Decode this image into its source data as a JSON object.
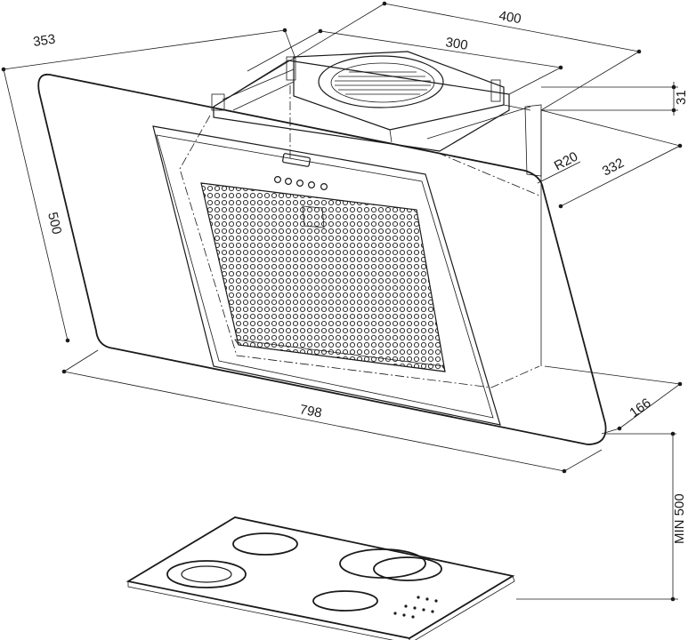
{
  "dimensions": {
    "d400": "400",
    "d300": "300",
    "d353": "353",
    "d31": "31",
    "r20": "R20",
    "d332": "332",
    "d500": "500",
    "d798": "798",
    "d166": "166",
    "min500": "MIN 500"
  }
}
